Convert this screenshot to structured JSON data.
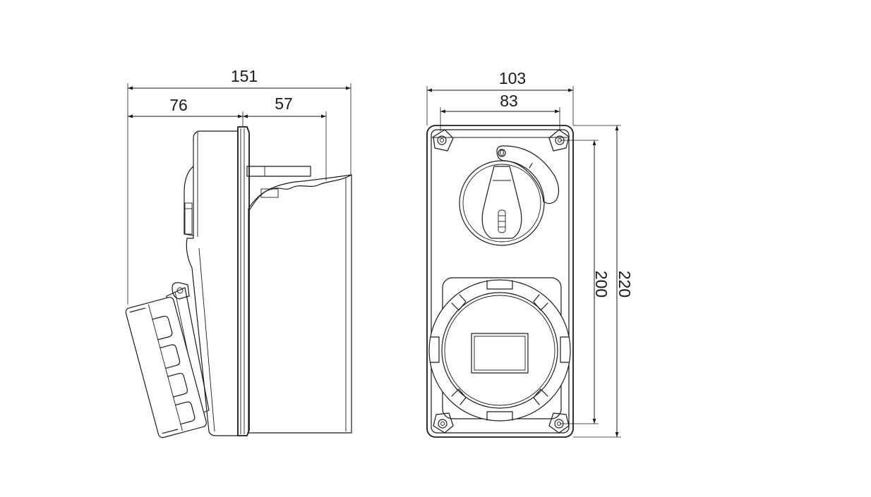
{
  "dimensions": {
    "side_total_width": "151",
    "side_front_depth": "76",
    "side_rear_depth": "57",
    "front_total_width": "103",
    "front_inner_width": "83",
    "front_inner_height": "200",
    "front_total_height": "220"
  },
  "switch_marks": {
    "off": "0",
    "on": "I"
  }
}
